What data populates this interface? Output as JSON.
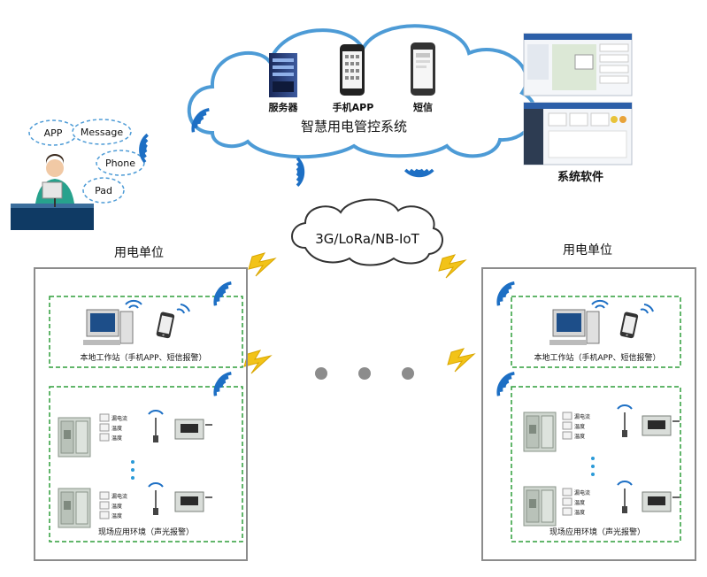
{
  "cloud_top": {
    "title": "智慧用电管控系统",
    "items": [
      "服务器",
      "手机APP",
      "短信"
    ]
  },
  "software": {
    "label": "系统软件"
  },
  "user_bubbles": [
    "APP",
    "Message",
    "Phone",
    "Pad"
  ],
  "network": {
    "label": "3G/LoRa/NB-IoT"
  },
  "unit": {
    "title": "用电单位",
    "workstation_caption": "本地工作站（手机APP、短信报警）",
    "field_caption": "现场应用环境（声光报警）",
    "indicators": [
      "漏电流",
      "温度",
      "温度"
    ]
  },
  "colors": {
    "cloud_stroke": "#4d9bd6",
    "signal": "#1d6fc4",
    "dashed_box": "#2e9e3a",
    "lightning": "#f2c318",
    "dots": "#8c8c8c"
  }
}
